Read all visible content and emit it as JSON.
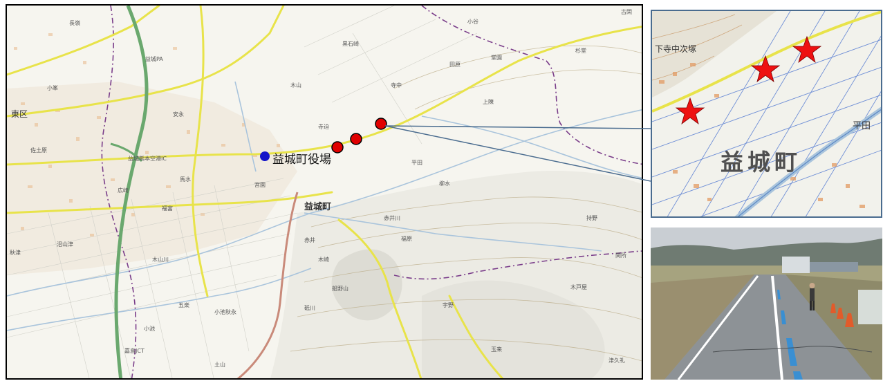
{
  "main_map": {
    "town_hall_label": "益城町役場",
    "town_label": "益城町",
    "ward_label": "東区",
    "place_labels": [
      "長嶺",
      "黒石崎",
      "寺中",
      "田原",
      "堂園",
      "木山",
      "安永",
      "寺迫",
      "上陳",
      "馬水",
      "宮園",
      "福富",
      "広崎",
      "赤井",
      "福原",
      "柳水",
      "平田",
      "木崎",
      "五楽",
      "砥川",
      "船野山",
      "小池秋永",
      "杉堂",
      "持野",
      "関所",
      "木戸屋",
      "津久礼",
      "秋津",
      "沼山津",
      "佐土原",
      "小峯",
      "小谷",
      "玉来",
      "土山",
      "小池",
      "益城熊本空港IC",
      "益城PA",
      "嘉島JCT",
      "木山川",
      "赤井川",
      "宇野",
      "古閑",
      "福富"
    ]
  },
  "inset_map": {
    "town_label": "益城町",
    "place_label_left": "下寺中次塚",
    "place_label_right": "平田"
  },
  "markers": {
    "town_hall_color": "#1515c8",
    "site_color": "#e00000",
    "star_color": "#ee1111"
  },
  "colors": {
    "road_yellow": "#e8e34a",
    "highway_green": "#6aa86e",
    "national_road": "#c98a7a",
    "river": "#a9c4dc",
    "connector": "#4a6c8f"
  }
}
